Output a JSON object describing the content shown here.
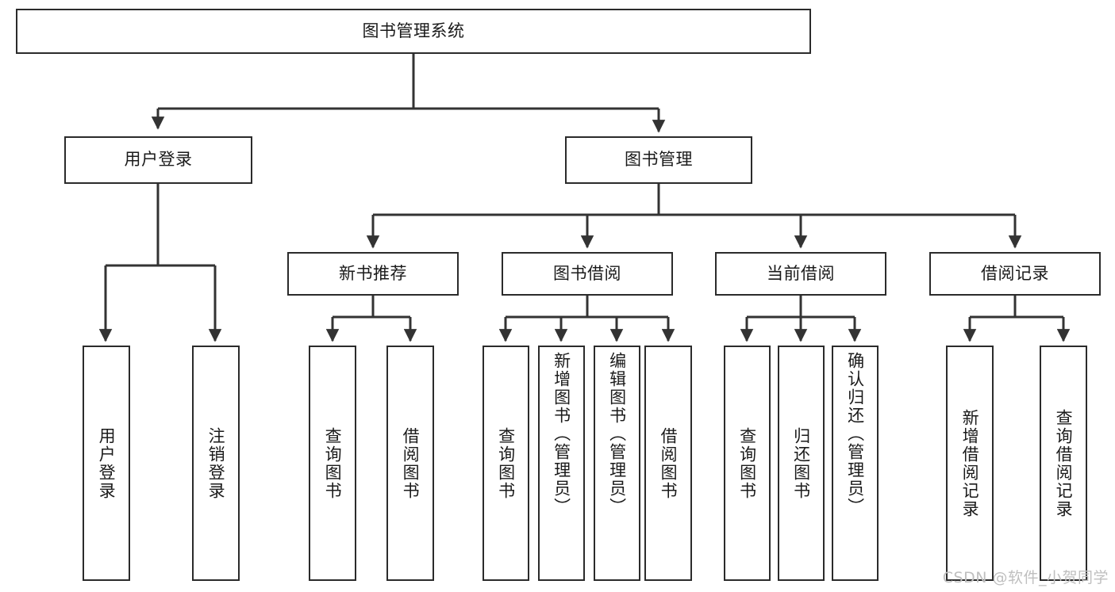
{
  "diagram": {
    "type": "tree-hierarchy-chart",
    "title": "图书管理系统",
    "watermark": "CSDN @软件_小贺同学",
    "colors": {
      "box_border": "#2b2b2b",
      "box_fill": "#ffffff",
      "connector": "#333333",
      "text": "#1a1a1a",
      "watermark": "#bfbfbf",
      "background": "#ffffff"
    },
    "root": {
      "label": "图书管理系统"
    },
    "level2": [
      {
        "label": "用户登录"
      },
      {
        "label": "图书管理"
      }
    ],
    "level3": [
      {
        "label": "新书推荐"
      },
      {
        "label": "图书借阅"
      },
      {
        "label": "当前借阅"
      },
      {
        "label": "借阅记录"
      }
    ],
    "leaves": {
      "user_login": [
        {
          "label": "用户登录"
        },
        {
          "label": "注销登录"
        }
      ],
      "new_book_recommend": [
        {
          "label": "查询图书"
        },
        {
          "label": "借阅图书"
        }
      ],
      "book_borrow": [
        {
          "label": "查询图书"
        },
        {
          "label": "新增图书（管理员）"
        },
        {
          "label": "编辑图书（管理员）"
        },
        {
          "label": "借阅图书"
        }
      ],
      "current_borrow": [
        {
          "label": "查询图书"
        },
        {
          "label": "归还图书"
        },
        {
          "label": "确认归还（管理员）"
        }
      ],
      "borrow_record": [
        {
          "label": "新增借阅记录"
        },
        {
          "label": "查询借阅记录"
        }
      ]
    }
  }
}
